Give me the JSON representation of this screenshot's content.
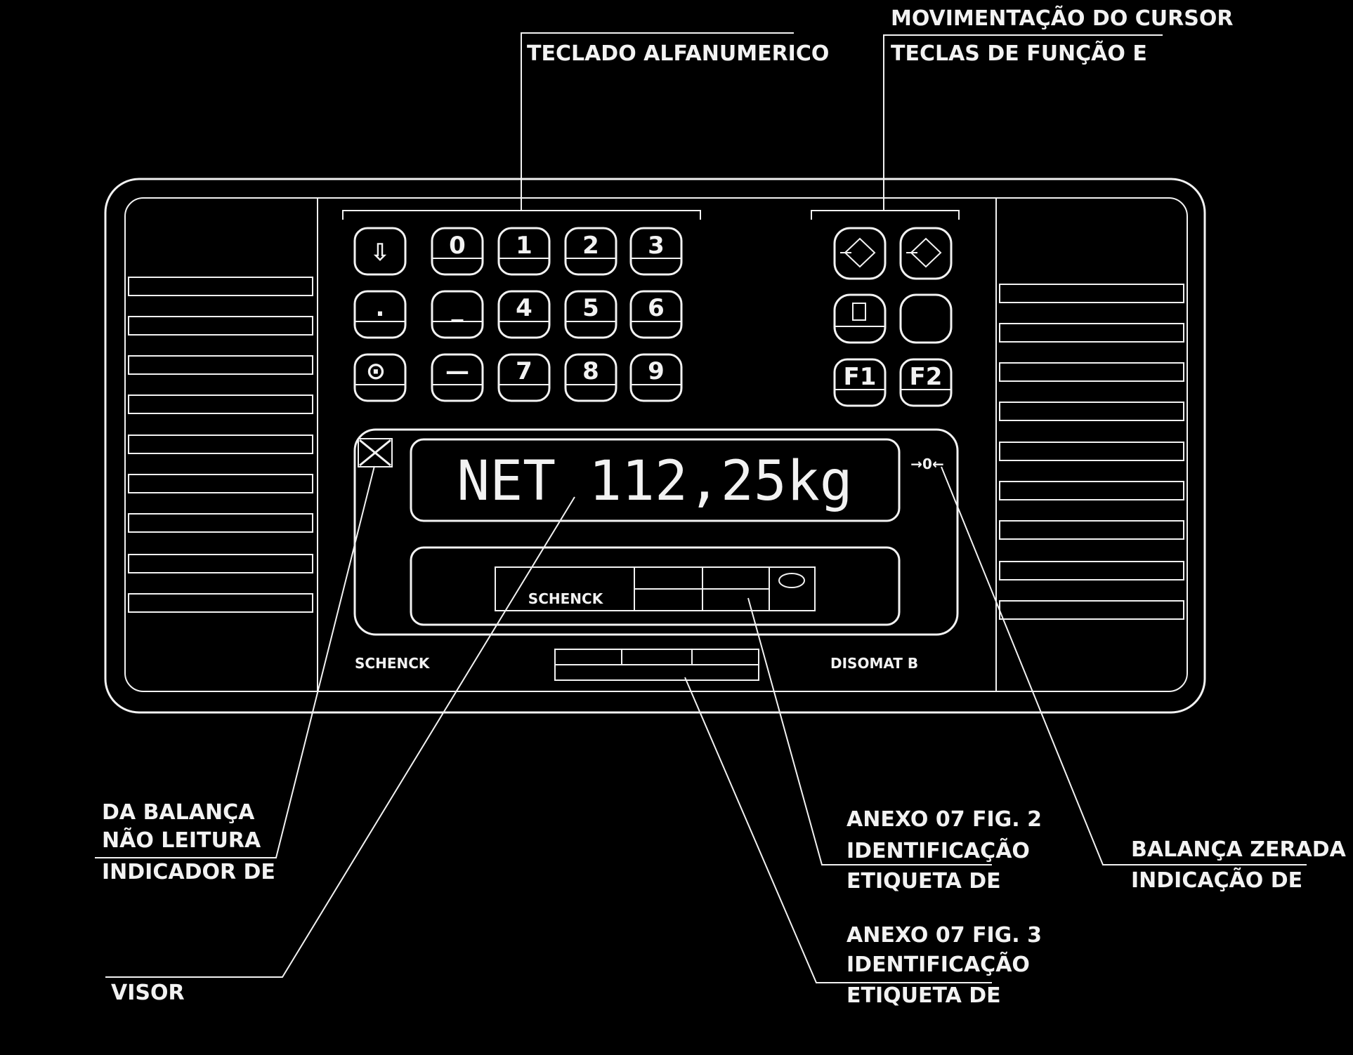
{
  "labels": {
    "keypad": [
      "TECLADO ALFANUMERICO"
    ],
    "function_keys": [
      "TECLAS DE FUNÇÃO E",
      "MOVIMENTAÇÃO DO CURSOR"
    ],
    "no_reading": [
      "INDICADOR DE",
      "NÃO LEITURA",
      "DA BALANÇA"
    ],
    "display": [
      "VISOR"
    ],
    "label_fig3": [
      "ETIQUETA DE",
      "IDENTIFICAÇÃO",
      "ANEXO 07 FIG. 3"
    ],
    "label_fig2": [
      "ETIQUETA DE",
      "IDENTIFICAÇÃO",
      "ANEXO 07 FIG. 2"
    ],
    "zero": [
      "INDICAÇÃO DE",
      "BALANÇA ZERADA"
    ]
  },
  "device": {
    "display_value": "NET 112,25kg",
    "brand": "SCHENCK",
    "model": "DISOMAT B",
    "zero_symbol": "→0←",
    "keys": [
      "⇩",
      "0",
      "1",
      "2",
      "3",
      ".",
      "_",
      "4",
      "5",
      "6",
      "⊙",
      "—",
      "7",
      "8",
      "9"
    ],
    "function_keys": [
      "F1",
      "F2"
    ]
  }
}
